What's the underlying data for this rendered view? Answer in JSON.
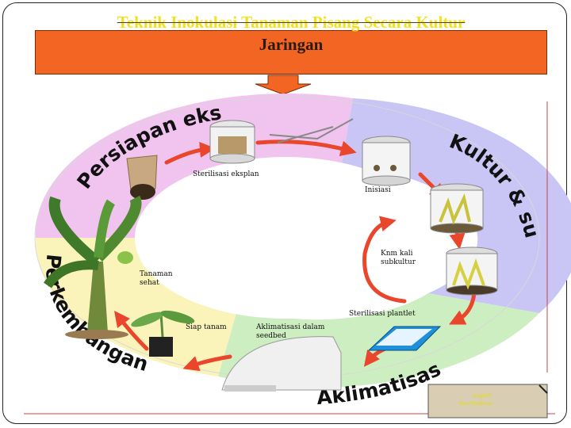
{
  "title": {
    "line1": "Teknik Inokulasi Tanaman Pisang Secara Kultur",
    "line2": "Jaringan"
  },
  "arcs": {
    "persiapan": "Persiapan eksplan",
    "kultur": "Kultur & subkultur",
    "aklimatisasi": "Aklimatisasi",
    "perkembangan": "Perkembangan tanaman"
  },
  "labels": {
    "sterilisasi_eksplan": "Sterilisasi eksplan",
    "inisiasi": "Inisiasi",
    "knm_kali_line1": "Knm kali",
    "knm_kali_line2": "subkultur",
    "sterilisasi_plantlet": "Sterilisasi plantlet",
    "aklimatisasi_line1": "Aklimatisasi dalam",
    "aklimatisasi_line2": "seedbed",
    "siap_tanam": "Siap tanam",
    "tanaman_line1": "Tanaman",
    "tanaman_line2": "sehat"
  },
  "logo": {
    "line1": "Jangkrik",
    "line2": "Ilmu Pertanian"
  },
  "colors": {
    "title_bg": "#f26522",
    "title_text": "#f1e21b",
    "sector_pink": "#f0c4ef",
    "sector_lavender": "#c9c5f5",
    "sector_green": "#cdeec0",
    "sector_yellow": "#faf4bb",
    "arrow_red": "#e9462c"
  }
}
